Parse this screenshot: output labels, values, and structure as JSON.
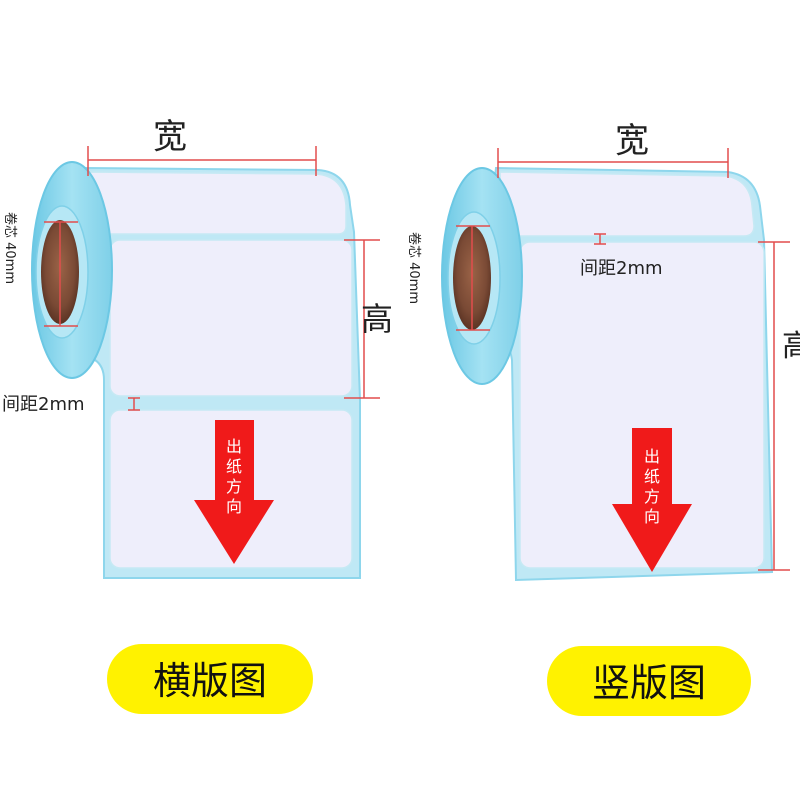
{
  "left_panel": {
    "width_label": "宽",
    "height_label": "高",
    "core_label": "卷芯 40mm",
    "gap_label": "间距2mm",
    "direction_label": [
      "出",
      "纸",
      "方",
      "向"
    ],
    "caption": "横版图"
  },
  "right_panel": {
    "width_label": "宽",
    "height_label": "高",
    "core_label": "卷芯 40mm",
    "gap_label": "间距2mm",
    "direction_label": [
      "出",
      "纸",
      "方",
      "向"
    ],
    "caption": "竖版图"
  },
  "colors": {
    "label_fill": "#eeeefb",
    "label_edge": "#8ed6ec",
    "dimension_line": "#e24d4d",
    "arrow": "#f01a1a",
    "core": "#7a4a35",
    "caption_bg": "#fff200"
  }
}
